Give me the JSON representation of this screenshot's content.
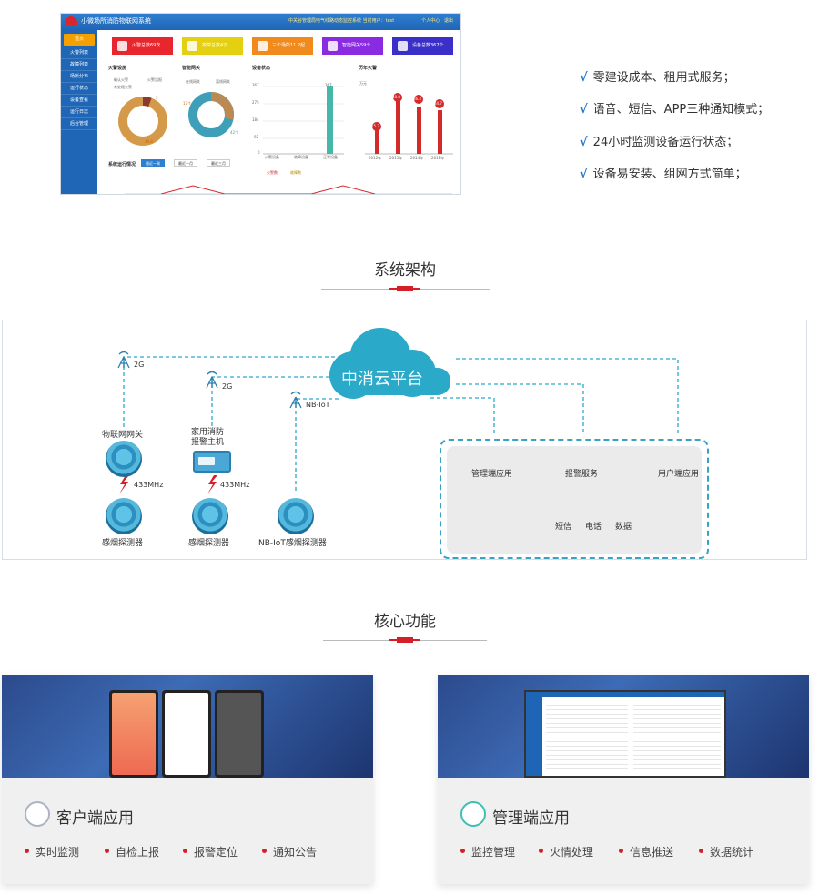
{
  "dashboard": {
    "title": "小微场所消防物联网系统",
    "center_text": "中关谷管理局电气线路动态监控系统",
    "user_text": "当前用户：test",
    "top_links": [
      "个人中心",
      "退出"
    ],
    "sidebar": [
      "首页",
      "火警列表",
      "故障列表",
      "场所分布",
      "运行状态",
      "设备查看",
      "运行日志",
      "后台管理"
    ],
    "cards": [
      {
        "label": "火警总数69次",
        "color": "#e8262e"
      },
      {
        "label": "故障总数4次",
        "color": "#e4cf10"
      },
      {
        "label": "三个场所11.2起",
        "color": "#f08a1d"
      },
      {
        "label": "智能网关59个",
        "color": "#8a2be2"
      },
      {
        "label": "设备总数367个",
        "color": "#3b2fc9"
      }
    ],
    "panels": [
      "火警设施",
      "智能网关",
      "设备状态",
      "历年火警"
    ],
    "legend_fire": [
      "确认火警",
      "火警误报",
      "未处理火警"
    ],
    "legend_gateway": [
      "在线网关",
      "离线网关"
    ],
    "donut1_values": [
      "5",
      "44.8"
    ],
    "donut2_values": [
      "17个",
      "42个"
    ],
    "device_labels": [
      "火警设备",
      "故障设备",
      "正常设备"
    ],
    "device_value": "367",
    "device_y_ticks": [
      "367",
      "275",
      "184",
      "92",
      "0"
    ],
    "year_labels": [
      "2012年",
      "2013年",
      "2014年",
      "2015年"
    ],
    "year_values": [
      "15.3",
      "48.8",
      "36.3",
      "34.7"
    ],
    "year_unit": "万元",
    "run_title": "系统运行情况",
    "run_tabs": [
      "最近一周",
      "最近一月",
      "最近三月"
    ],
    "run_legend": [
      "火警数",
      "故障数"
    ]
  },
  "features": [
    "零建设成本、租用式服务；",
    "语音、短信、APP三种通知模式；",
    "24小时监测设备运行状态；",
    "设备易安装、组网方式简单；"
  ],
  "feature_mark": "√",
  "architecture": {
    "heading": "系统架构",
    "cloud_label": "中消云平台",
    "net_labels": [
      "2G",
      "2G",
      "NB-IoT"
    ],
    "gateway_label": "物联网网关",
    "home_alarm_label": "家用消防\n报警主机",
    "freq_label": "433MHz",
    "detector_labels": [
      "感烟探测器",
      "感烟探测器",
      "NB-IoT感烟探测器"
    ],
    "mgmt_app": "管理端应用",
    "alarm_service": "报警服务",
    "user_app": "用户端应用",
    "channels": [
      "短信",
      "电话",
      "数据"
    ]
  },
  "core": {
    "heading": "核心功能",
    "cards": [
      {
        "title": "客户端应用",
        "items": [
          "实时监测",
          "自检上报",
          "报警定位",
          "通知公告"
        ]
      },
      {
        "title": "管理端应用",
        "items": [
          "监控管理",
          "火情处理",
          "信息推送",
          "数据统计"
        ]
      }
    ]
  },
  "colors": {
    "accent_red": "#d41f26",
    "accent_blue": "#2677c9",
    "teal": "#2aa9c9"
  }
}
